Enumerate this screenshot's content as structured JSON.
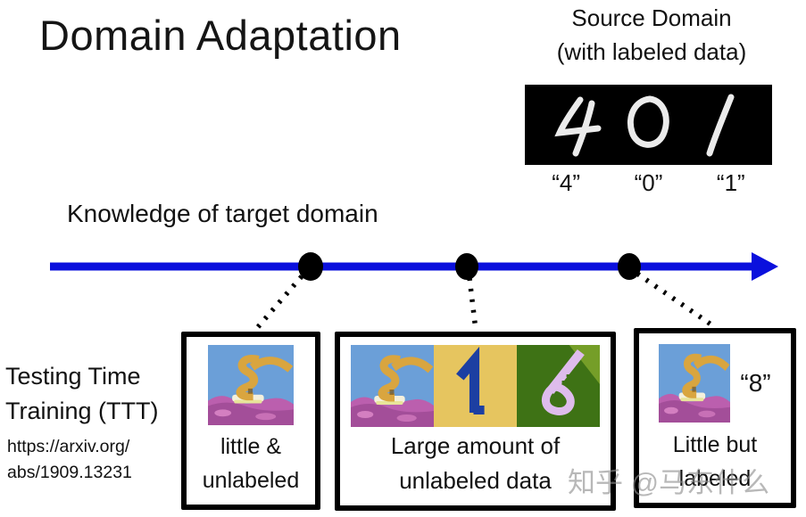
{
  "slide": {
    "title": "Domain Adaptation"
  },
  "source_domain": {
    "heading_line1": "Source Domain",
    "heading_line2": "(with labeled data)",
    "digit_labels": [
      "“4”",
      "“0”",
      "“1”"
    ]
  },
  "timeline": {
    "axis_label": "Knowledge of target domain"
  },
  "reference": {
    "method_line1": "Testing Time",
    "method_line2": "Training (TTT)",
    "url_line1": "https://arxiv.org/",
    "url_line2": "abs/1909.13231"
  },
  "scenarios": [
    {
      "caption_line1": "little &",
      "caption_line2": "unlabeled"
    },
    {
      "caption_line1": "Large amount of",
      "caption_line2": "unlabeled data"
    },
    {
      "caption_line1": "Little but",
      "caption_line2": "labeled",
      "digit_label": "“8”"
    }
  ],
  "watermark": "知乎 @马东什么",
  "colors": {
    "arrow_blue": "#0b10dd",
    "mnist_bg": "#000000",
    "mnist_digit": "#f5f5f5",
    "thumb8_sky": "#6b9fd8",
    "thumb8_digit": "#d9a53f",
    "thumb8_flowers": "#bb5fae",
    "thumb1_bg": "#e6c55f",
    "thumb1_digit": "#1c3fa2",
    "thumb6_bg": "#3e7215",
    "thumb6_digit": "#debcec"
  }
}
